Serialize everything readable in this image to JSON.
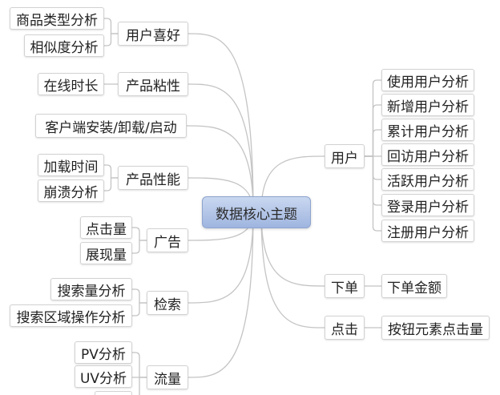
{
  "central_topic": "数据核心主题",
  "left_branches": [
    {
      "label": "用户喜好",
      "children": [
        "商品类型分析",
        "相似度分析"
      ]
    },
    {
      "label": "产品粘性",
      "children": [
        "在线时长"
      ]
    },
    {
      "label": "客户端安装/卸载/启动",
      "children": []
    },
    {
      "label": "产品性能",
      "children": [
        "加载时间",
        "崩溃分析"
      ]
    },
    {
      "label": "广告",
      "children": [
        "点击量",
        "展现量"
      ]
    },
    {
      "label": "检索",
      "children": [
        "搜索量分析",
        "搜索区域操作分析"
      ]
    },
    {
      "label": "流量",
      "children": [
        "PV分析",
        "UV分析"
      ]
    }
  ],
  "right_branches": [
    {
      "label": "用户",
      "children": [
        "使用用户分析",
        "新增用户分析",
        "累计用户分析",
        "回访用户分析",
        "活跃用户分析",
        "登录用户分析",
        "注册用户分析"
      ]
    },
    {
      "label": "下单",
      "children": [
        "下单金额"
      ]
    },
    {
      "label": "点击",
      "children": [
        "按钮元素点击量"
      ]
    }
  ],
  "theme": {
    "central_fill_top": "#c9d7f0",
    "central_fill_bottom": "#9fb5df",
    "line": "#c4c4c4",
    "node_border": "#d2d2d2"
  }
}
